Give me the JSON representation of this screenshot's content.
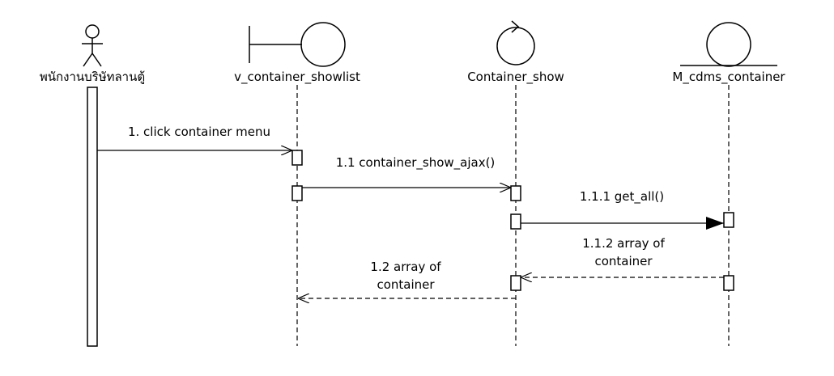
{
  "lifelines": {
    "actor": "พนักงานบริษัทลานตู้",
    "boundary": "v_container_showlist",
    "control": "Container_show",
    "entity": "M_cdms_container"
  },
  "messages": {
    "m1": "1. click container  menu",
    "m1_1": "1.1 container_show_ajax()",
    "m1_1_1": "1.1.1 get_all()",
    "m1_1_2_line1": "1.1.2 array of",
    "m1_1_2_line2": "container",
    "m1_2_line1": "1.2 array of",
    "m1_2_line2": "container"
  }
}
